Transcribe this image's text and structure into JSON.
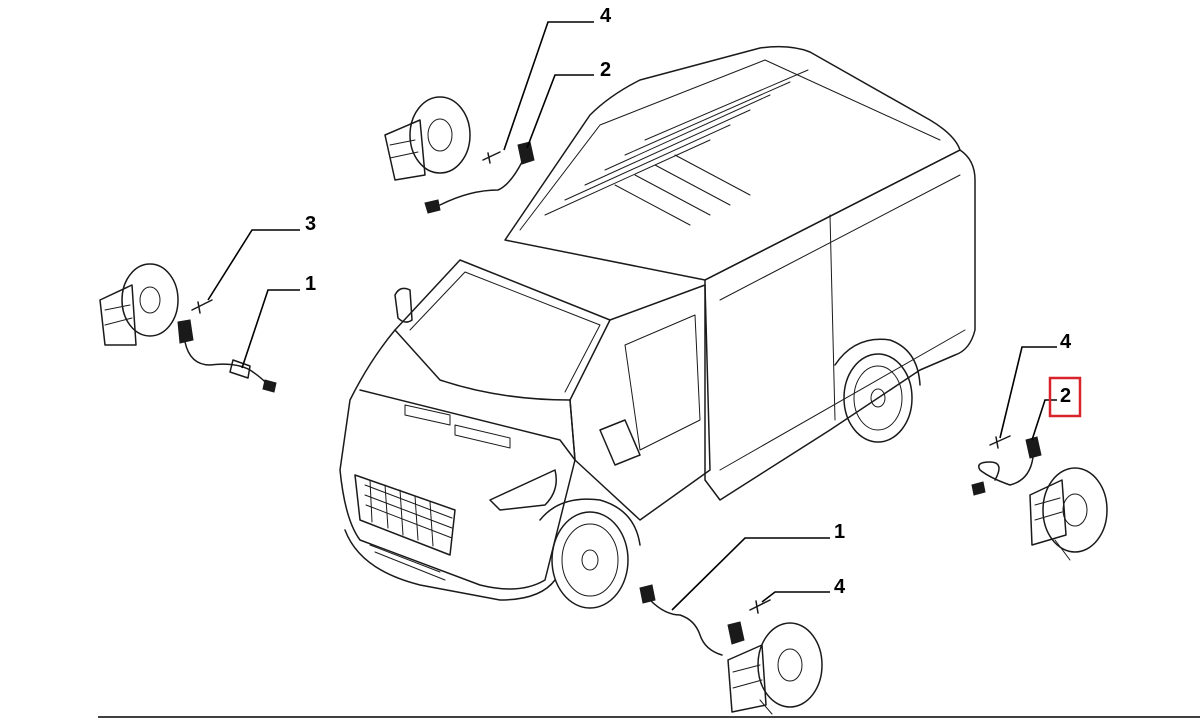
{
  "callouts": [
    {
      "id": "c1",
      "label": "4"
    },
    {
      "id": "c2",
      "label": "2"
    },
    {
      "id": "c3",
      "label": "3"
    },
    {
      "id": "c4",
      "label": "1"
    },
    {
      "id": "c5",
      "label": "4"
    },
    {
      "id": "c6",
      "label": "2",
      "highlighted": true
    },
    {
      "id": "c7",
      "label": "1"
    },
    {
      "id": "c8",
      "label": "4"
    }
  ],
  "highlight_color": "#d9232a"
}
